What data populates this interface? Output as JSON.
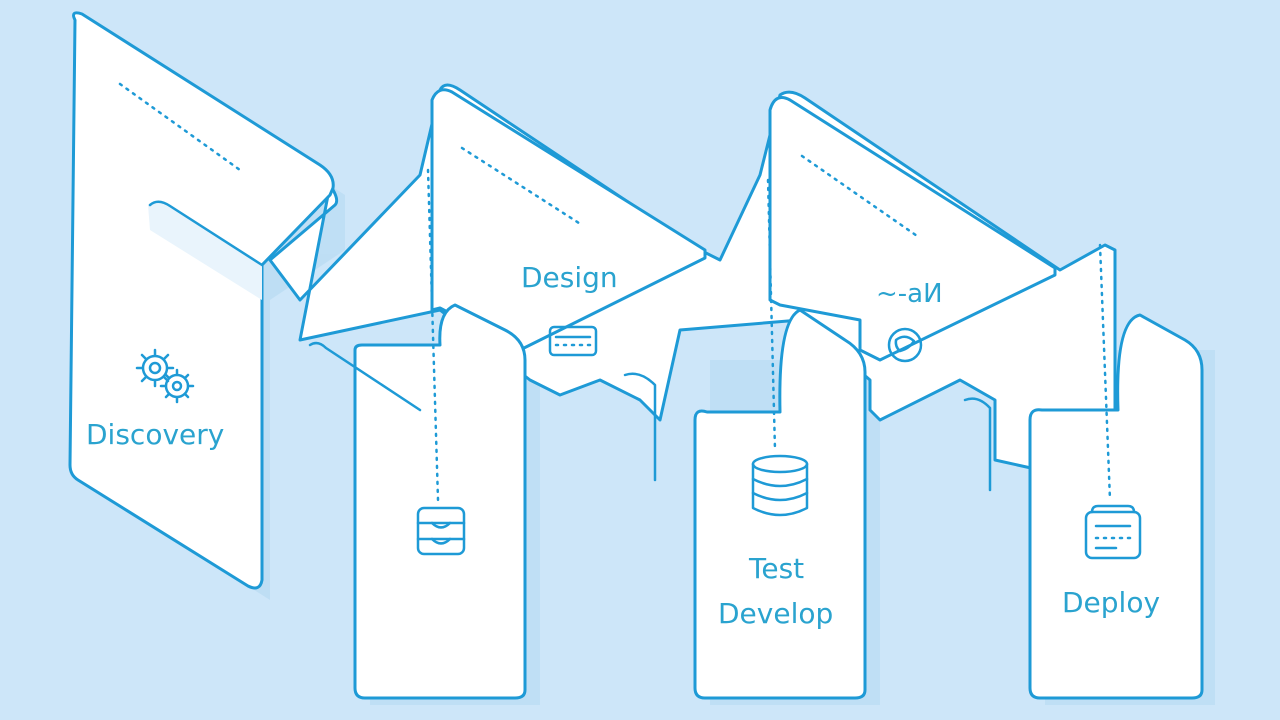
{
  "diagram": {
    "stages": [
      {
        "label": "Discovery",
        "icon": "gears-icon"
      },
      {
        "label": "Design",
        "icon": "card-icon"
      },
      {
        "label": "Test",
        "icon": "database-icon"
      },
      {
        "label": "Develop",
        "icon": "database-icon"
      },
      {
        "label": "Deploy",
        "icon": "document-stack-icon"
      }
    ],
    "glyph_text": "~-аИ",
    "colors": {
      "background": "#cde6f9",
      "stroke": "#1e9ad6",
      "text": "#2aa3cf",
      "panel": "#ffffff"
    }
  }
}
